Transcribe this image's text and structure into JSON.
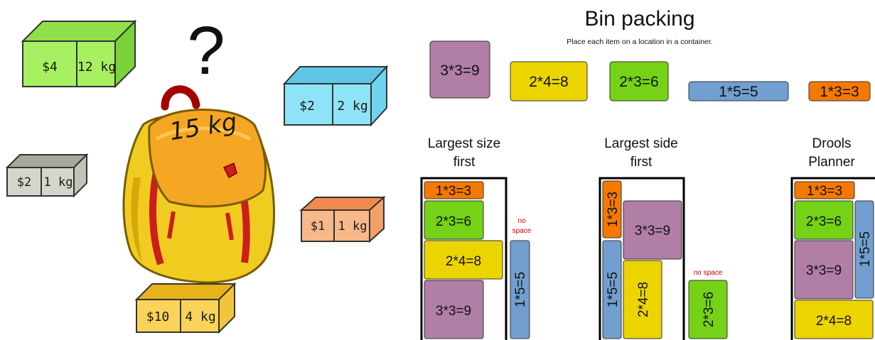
{
  "knapsack": {
    "question_mark": "?",
    "bag_capacity": "15 kg",
    "boxes": [
      {
        "price": "$4",
        "weight": "12 kg",
        "top": "#8fe04a",
        "front": "#a6f061",
        "side": "#7cd23a"
      },
      {
        "price": "$2",
        "weight": "2 kg",
        "top": "#5fc7e6",
        "front": "#8ee3f6",
        "side": "#6fd4ee"
      },
      {
        "price": "$2",
        "weight": "1 kg",
        "top": "#a8a79e",
        "front": "#d6d5cc",
        "side": "#c4c3ba"
      },
      {
        "price": "$1",
        "weight": "1 kg",
        "top": "#f08a4e",
        "front": "#f9b88a",
        "side": "#f3a06a"
      },
      {
        "price": "$10",
        "weight": "4 kg",
        "top": "#e7b21a",
        "front": "#fad45a",
        "side": "#f2c43a"
      }
    ]
  },
  "binpacking": {
    "title": "Bin packing",
    "subtitle": "Place each item on a location in a container.",
    "items": [
      {
        "label": "3*3=9",
        "color": "#b17ea5"
      },
      {
        "label": "2*4=8",
        "color": "#ecd400"
      },
      {
        "label": "2*3=6",
        "color": "#75d216"
      },
      {
        "label": "1*5=5",
        "color": "#729fcf"
      },
      {
        "label": "1*3=3",
        "color": "#f57900"
      }
    ],
    "strategies": [
      {
        "title_line1": "Largest size",
        "title_line2": "first",
        "overflow_label": "no space"
      },
      {
        "title_line1": "Largest side",
        "title_line2": "first",
        "overflow_label": "no space"
      },
      {
        "title_line1": "Drools",
        "title_line2": "Planner"
      }
    ]
  }
}
